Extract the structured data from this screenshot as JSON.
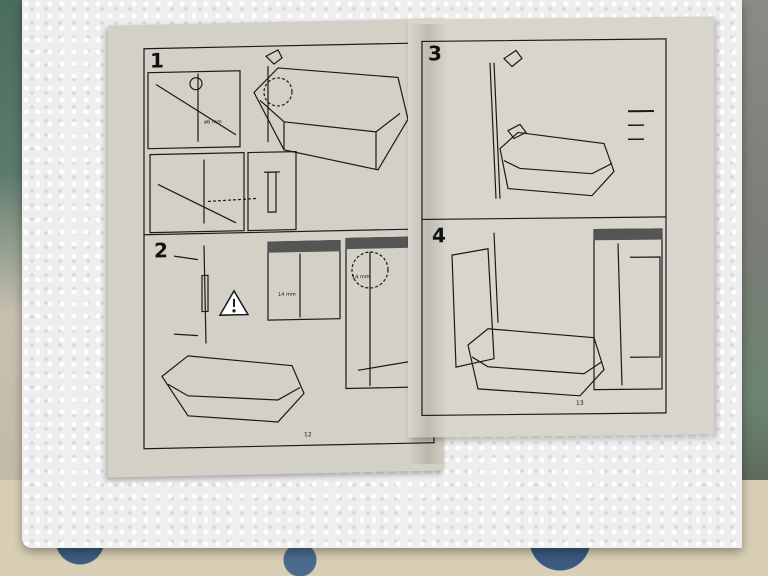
{
  "photo": {
    "subject": "booklet-on-foam-board"
  },
  "left_page": {
    "step_1": "1",
    "step_2": "2",
    "drill_label": "ø6 mm",
    "measure_a": "14 mm",
    "measure_b": "14 mm",
    "page_number": "12"
  },
  "right_page": {
    "step_3": "3",
    "step_4": "4",
    "page_number": "13"
  },
  "colors": {
    "paper": "#d3d1c7",
    "ink": "#1a1a1a",
    "foam": "#eeeeee",
    "warning_fill": "#ffffff"
  }
}
